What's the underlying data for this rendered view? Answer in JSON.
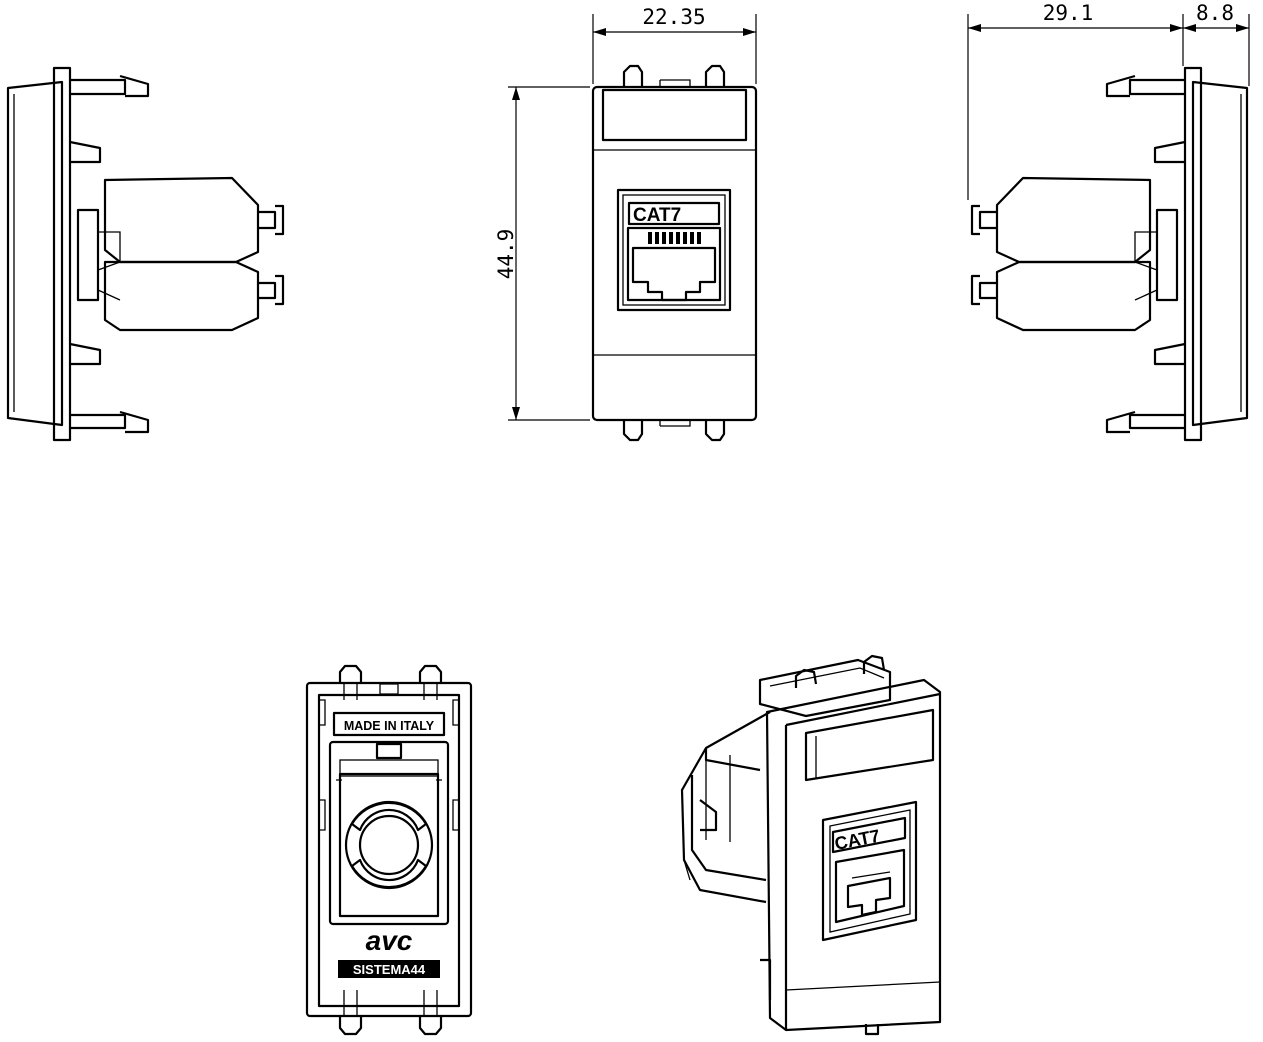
{
  "dimensions": {
    "width_front": "22.35",
    "height": "44.9",
    "depth_body": "29.1",
    "depth_plate": "8.8"
  },
  "labels": {
    "front_cat": "CAT7",
    "iso_cat": "CAT7",
    "rear_made_in": "MADE IN ITALY",
    "rear_brand": "avc",
    "rear_code": "SISTEMA44"
  }
}
